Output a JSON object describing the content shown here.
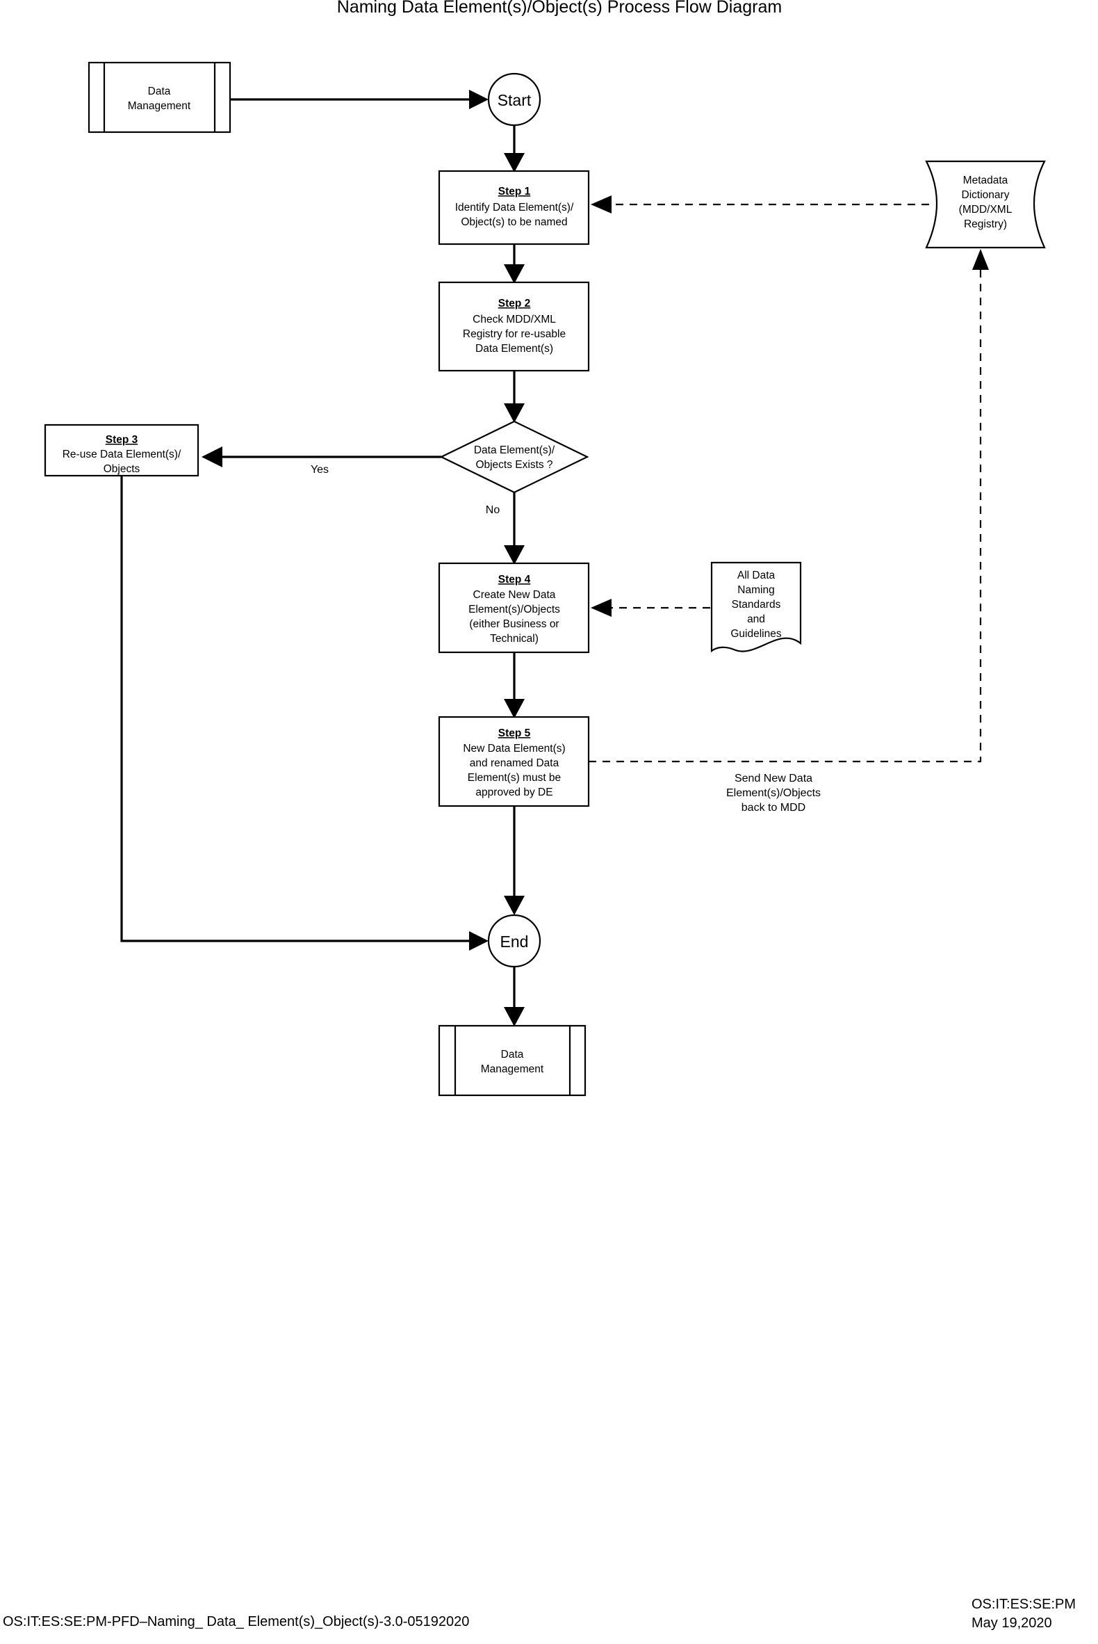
{
  "page": {
    "title": "Naming Data Element(s)/Object(s) Process Flow Diagram"
  },
  "nodes": {
    "source_swimlane": {
      "shape": "predefined-process",
      "lines": [
        "Data",
        "Management"
      ]
    },
    "start": {
      "shape": "terminator",
      "label": "Start"
    },
    "step1": {
      "shape": "process",
      "heading": "Step 1",
      "lines": [
        "Identify Data Element(s)/",
        "Object(s)  to be named"
      ]
    },
    "step2": {
      "shape": "process",
      "heading": "Step 2",
      "lines": [
        "Check MDD/XML",
        "Registry for re-usable",
        "Data Element(s)"
      ]
    },
    "decision": {
      "shape": "decision",
      "lines": [
        "Data Element(s)/",
        "Objects  Exists ?"
      ]
    },
    "step3": {
      "shape": "process",
      "heading": "Step 3",
      "lines": [
        "Re-use Data Element(s)/",
        "Objects"
      ]
    },
    "step4": {
      "shape": "process",
      "heading": "Step 4",
      "lines": [
        "Create New Data",
        "Element(s)/Objects",
        "(either Business or",
        "Technical)"
      ]
    },
    "step5": {
      "shape": "process",
      "heading": "Step 5",
      "lines": [
        "New Data Element(s)",
        "and renamed Data",
        "Element(s) must be",
        "approved by DE"
      ]
    },
    "metadata_dictionary": {
      "shape": "document-wavy",
      "lines": [
        "Metadata",
        "Dictionary",
        "(MDD/XML",
        "Registry)"
      ]
    },
    "standards_document": {
      "shape": "document-wavy",
      "lines": [
        "All Data",
        "Naming",
        "Standards",
        "and",
        "Guidelines"
      ]
    },
    "end": {
      "shape": "terminator",
      "label": "End"
    },
    "target_swimlane": {
      "shape": "predefined-process",
      "lines": [
        "Data",
        "Management"
      ]
    }
  },
  "edge_labels": {
    "yes": "Yes",
    "no": "No",
    "send_back": [
      "Send New Data",
      "Element(s)/Objects",
      "back to MDD"
    ]
  },
  "footer": {
    "left": "OS:IT:ES:SE:PM-PFD–Naming_ Data_ Element(s)_Object(s)-3.0-05192020",
    "right_line1": "OS:IT:ES:SE:PM",
    "right_line2": "May 19,2020"
  },
  "colors": {
    "stroke": "#000000",
    "fill": "#ffffff",
    "text": "#000000"
  }
}
